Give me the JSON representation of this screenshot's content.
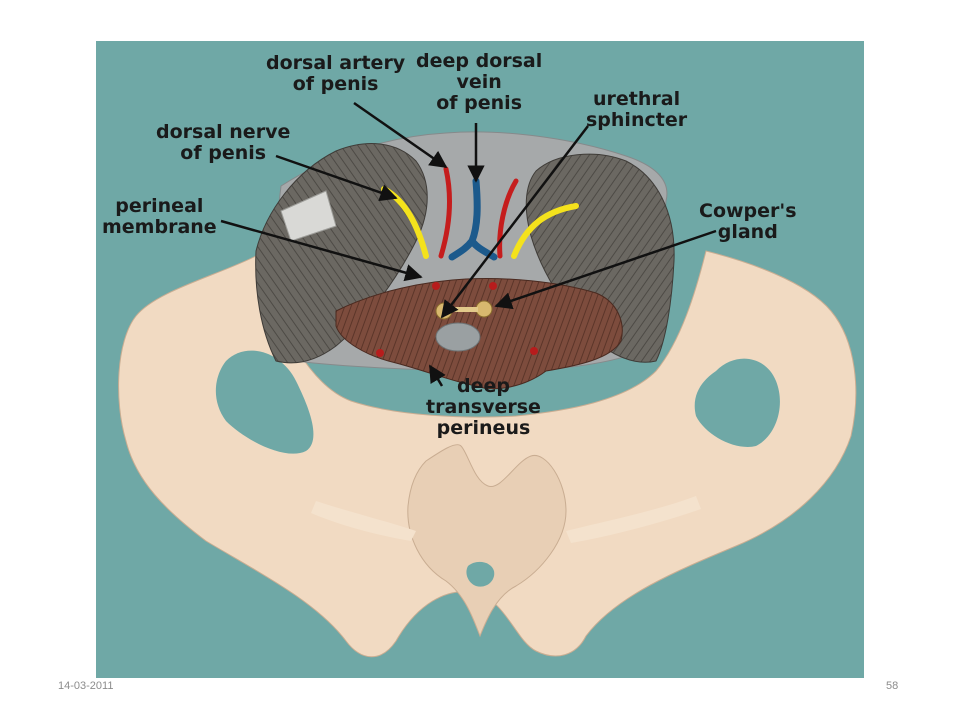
{
  "labels": {
    "dorsal_artery": [
      "dorsal artery",
      "of penis"
    ],
    "deep_dorsal_vein": [
      "deep dorsal",
      "vein",
      "of penis"
    ],
    "urethral_sphincter": [
      "urethral",
      "sphincter"
    ],
    "dorsal_nerve": [
      "dorsal nerve",
      "of penis"
    ],
    "perineal_membrane": [
      "perineal",
      "membrane"
    ],
    "cowpers_gland": [
      "Cowper's",
      "gland"
    ],
    "deep_transverse_perineus": [
      "deep",
      "transverse",
      "perineus"
    ]
  },
  "footer": {
    "date": "14-03-2011",
    "page_number": "58"
  },
  "colors": {
    "background": "#6fa8a6",
    "bone": "#f2dcc4",
    "muscle_grey": "#6d6a64",
    "membrane": "#a7aaab",
    "transverse_muscle": "#7a4a3c",
    "artery": "#c41e1e",
    "vein": "#1c5a8c",
    "nerve": "#f3e21b"
  },
  "icons": {
    "diagram": "pelvic-floor-illustration"
  }
}
